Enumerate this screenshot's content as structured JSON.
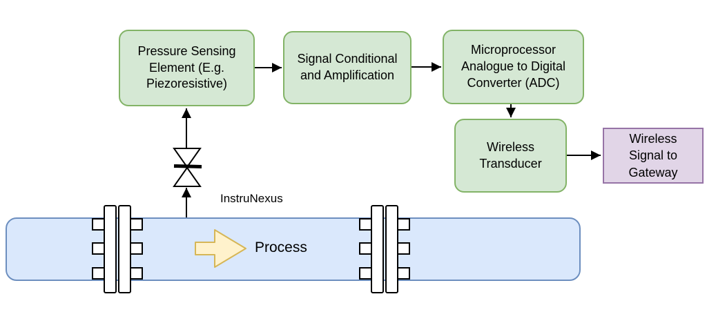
{
  "diagram": {
    "nodes": [
      {
        "id": "pressure-sensing-element",
        "label": "Pressure Sensing\nElement (E.g.\nPiezoresistive)",
        "shape": "rounded-rect",
        "color_role": "green"
      },
      {
        "id": "signal-conditioning",
        "label": "Signal Conditional\nand Amplification",
        "shape": "rounded-rect",
        "color_role": "green"
      },
      {
        "id": "adc",
        "label": "Microprocessor\nAnalogue to Digital\nConverter (ADC)",
        "shape": "rounded-rect",
        "color_role": "green"
      },
      {
        "id": "wireless-transducer",
        "label": "Wireless\nTransducer",
        "shape": "rounded-rect",
        "color_role": "green"
      },
      {
        "id": "wireless-signal-gateway",
        "label": "Wireless\nSignal to\nGateway",
        "shape": "rect",
        "color_role": "purple"
      }
    ],
    "edges": [
      {
        "from": "process-pipe",
        "to": "isolation-valve",
        "arrow": "up"
      },
      {
        "from": "isolation-valve",
        "to": "pressure-sensing-element",
        "arrow": "up"
      },
      {
        "from": "pressure-sensing-element",
        "to": "signal-conditioning",
        "arrow": "right"
      },
      {
        "from": "signal-conditioning",
        "to": "adc",
        "arrow": "right"
      },
      {
        "from": "adc",
        "to": "wireless-transducer",
        "arrow": "down"
      },
      {
        "from": "wireless-transducer",
        "to": "wireless-signal-gateway",
        "arrow": "right"
      }
    ],
    "pipe": {
      "id": "process-pipe",
      "label": "Process",
      "flange_count": 2
    },
    "symbols": [
      "isolation-valve-icon",
      "pipe-flange",
      "flow-direction-arrow-icon"
    ],
    "annotation": "InstruNexus",
    "colors": {
      "node_fill": "#d5e8d4",
      "node_border": "#82b366",
      "gateway_fill": "#e1d5e7",
      "gateway_border": "#9673a6",
      "pipe_fill": "#dae8fc",
      "pipe_border": "#6c8ebf",
      "flow_arrow_fill": "#fff2cc",
      "flow_arrow_border": "#d6b656",
      "connector": "#000000"
    }
  }
}
